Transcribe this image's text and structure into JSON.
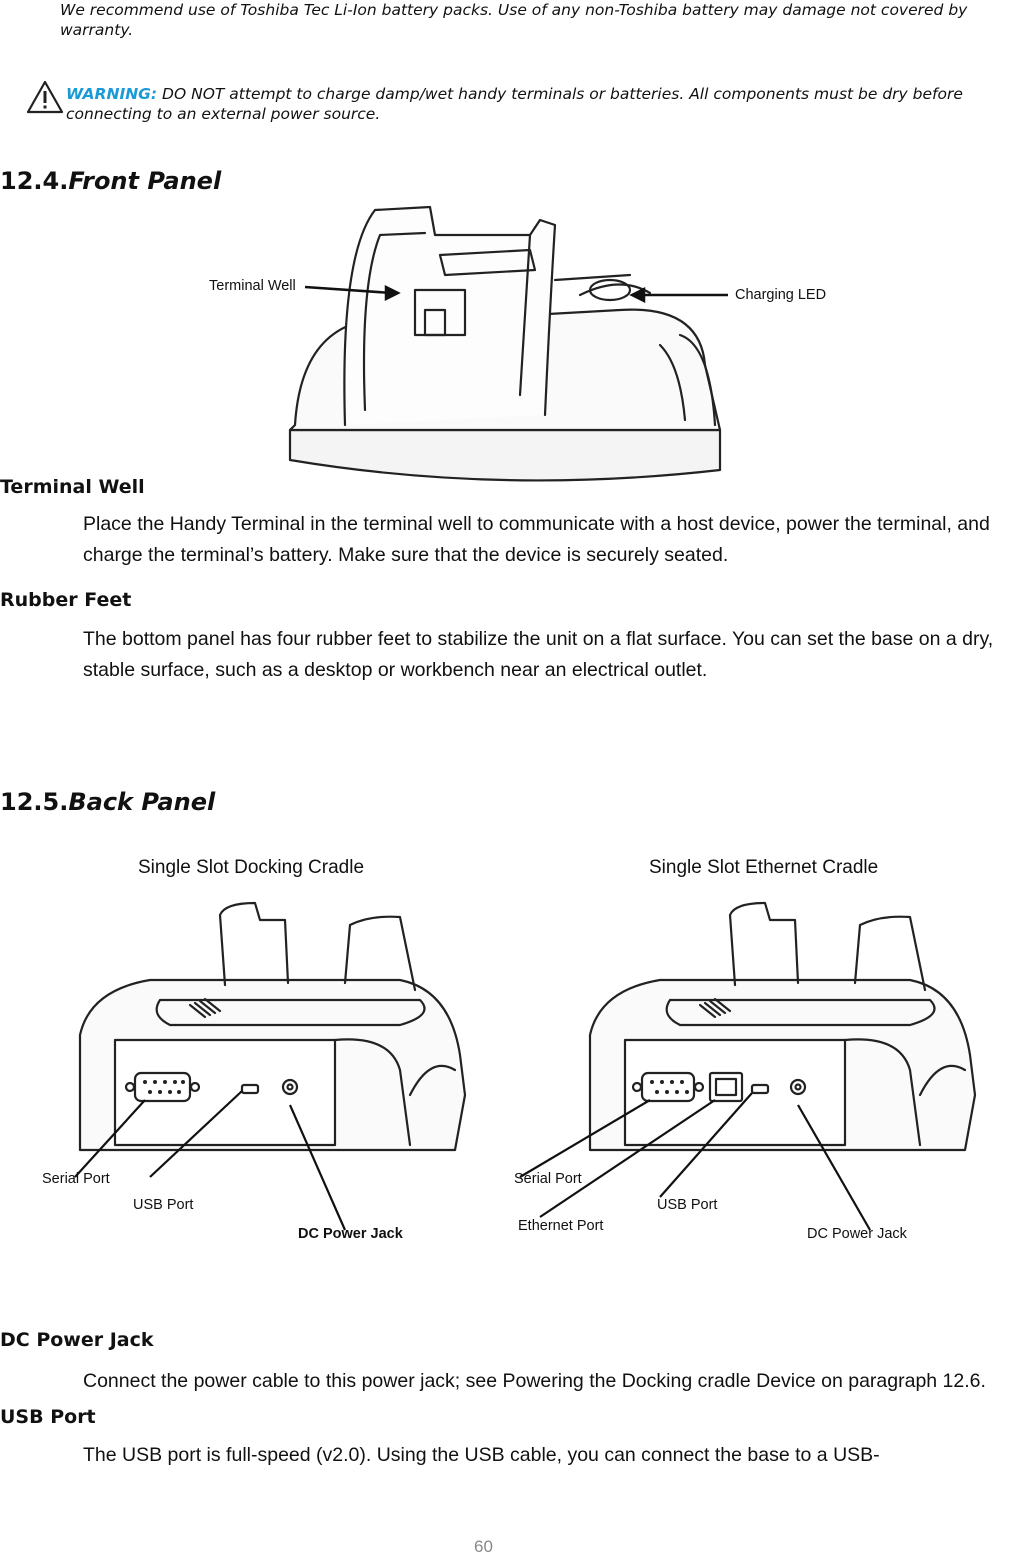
{
  "intro_note": "We recommend use of Toshiba Tec Li-Ion battery packs. Use of any non-Toshiba battery may damage not covered by warranty.",
  "warning": {
    "icon": "warning-triangle-icon",
    "label": "WARNING:",
    "text": " DO NOT attempt to charge damp/wet handy terminals or batteries. All components must be dry before connecting to an external power source."
  },
  "front_panel": {
    "number": "12.4.",
    "title": "Front Panel",
    "figure_labels": {
      "terminal_well": "Terminal Well",
      "charging_led": "Charging LED"
    },
    "items": [
      {
        "term": "Terminal Well",
        "desc": "Place the Handy Terminal in the terminal well to communicate with a host device, power the terminal, and charge the terminal’s battery. Make sure that the device is securely seated."
      },
      {
        "term": "Rubber Feet",
        "desc": "The bottom panel has four rubber feet to stabilize the unit on a flat surface. You can set the base on a dry, stable surface, such as a desktop or workbench near an electrical outlet."
      }
    ]
  },
  "back_panel": {
    "number": "12.5.",
    "title": "Back Panel",
    "captions": {
      "left": "Single Slot Docking Cradle",
      "right": "Single Slot Ethernet Cradle"
    },
    "left_labels": {
      "serial": "Serial Port",
      "usb": "USB Port",
      "dc": "DC Power Jack"
    },
    "right_labels": {
      "serial": "Serial Port",
      "ethernet": "Ethernet Port",
      "usb": "USB Port",
      "dc": "DC Power Jack"
    },
    "items": [
      {
        "term": "DC Power Jack",
        "desc": "Connect the power cable to this power jack; see Powering the Docking cradle Device on paragraph 12.6."
      },
      {
        "term": "USB Port",
        "desc": "The USB port is full-speed (v2.0). Using the USB cable, you can connect the base to a USB-"
      }
    ]
  },
  "page_number": "60"
}
